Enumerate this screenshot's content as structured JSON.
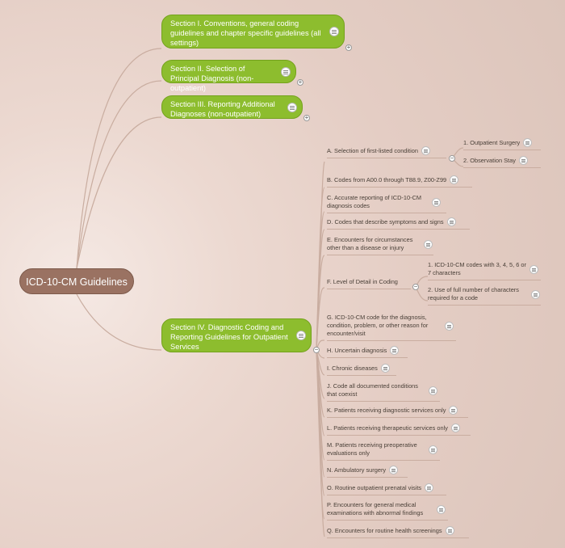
{
  "root": {
    "label": "ICD-10-CM Guidelines"
  },
  "sections": [
    {
      "label": "Section I. Conventions, general coding guidelines and chapter specific guidelines (all settings)"
    },
    {
      "label": "Section II. Selection of Principal Diagnosis (non-outpatient)"
    },
    {
      "label": "Section III.   Reporting Additional Diagnoses (non-outpatient)"
    },
    {
      "label": "Section IV. Diagnostic Coding and Reporting Guidelines for Outpatient Services"
    }
  ],
  "section4_topics": [
    {
      "label": "A. Selection of first-listed condition"
    },
    {
      "label": "B. Codes from A00.0 through T88.9, Z00-Z99"
    },
    {
      "label": "C. Accurate reporting of ICD-10-CM diagnosis codes"
    },
    {
      "label": "D. Codes that describe symptoms and signs"
    },
    {
      "label": "E. Encounters for circumstances other than a disease or injury"
    },
    {
      "label": "F. Level of Detail in Coding"
    },
    {
      "label": "G.  ICD-10-CM code for the diagnosis, condition, problem, or other reason for encounter/visit"
    },
    {
      "label": "H. Uncertain diagnosis"
    },
    {
      "label": "I. Chronic diseases"
    },
    {
      "label": "J. Code all documented conditions that coexist"
    },
    {
      "label": "K. Patients receiving diagnostic services only"
    },
    {
      "label": "L. Patients receiving therapeutic services only"
    },
    {
      "label": "M. Patients receiving preoperative evaluations only"
    },
    {
      "label": "N. Ambulatory surgery"
    },
    {
      "label": "O. Routine outpatient prenatal visits"
    },
    {
      "label": "P. Encounters for general medical examinations with abnormal findings"
    },
    {
      "label": "Q. Encounters for routine health screenings"
    }
  ],
  "topic_a_children": [
    {
      "label": "1. Outpatient Surgery"
    },
    {
      "label": "2. Observation Stay"
    }
  ],
  "topic_f_children": [
    {
      "label": "1. ICD-10-CM codes with 3, 4, 5, 6 or 7 characters"
    },
    {
      "label": "2. Use of full number of characters required for a code"
    }
  ],
  "expander_symbols": {
    "collapsed": "+",
    "expanded": "−"
  },
  "colors": {
    "background": "#e4cdc4",
    "root": "#9a7262",
    "section": "#8dbd2e",
    "connector": "#c9ada0"
  }
}
